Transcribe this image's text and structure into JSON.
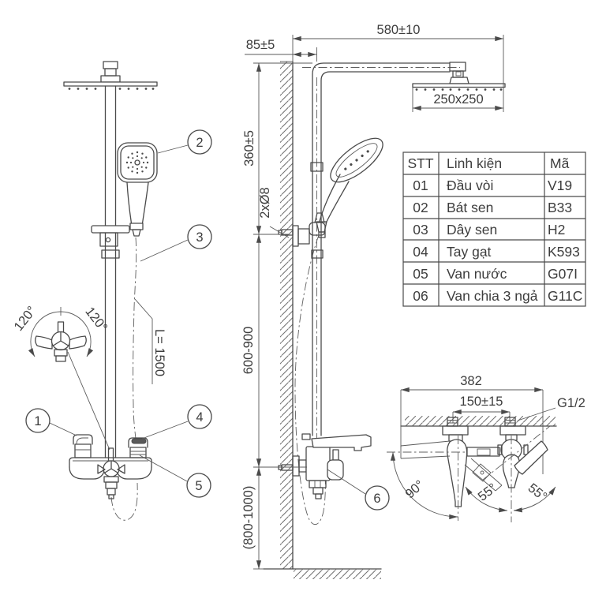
{
  "front_view": {
    "callouts": [
      "1",
      "2",
      "3",
      "4",
      "5"
    ],
    "angle_left": "120°",
    "angle_right": "120°",
    "hose_length": "L= 1500"
  },
  "side_view": {
    "callout": "6",
    "dims": {
      "top_width": "580±10",
      "wall_offset": "85±5",
      "head_size": "250x250",
      "upper_height": "360±5",
      "holes": "2xØ8",
      "bar_height": "600-900",
      "mount_height": "(800-1000)"
    }
  },
  "detail_view": {
    "dims": {
      "overall_width": "382",
      "inlet_spacing": "150±15",
      "thread": "G1/2",
      "angle_spout": "90°",
      "angle_left": "55°",
      "angle_right": "55°"
    }
  },
  "parts_table": {
    "headers": [
      "STT",
      "Linh kiện",
      "Mã"
    ],
    "rows": [
      [
        "01",
        "Đầu vòi",
        "V19"
      ],
      [
        "02",
        "Bát sen",
        "B33"
      ],
      [
        "03",
        "Dây sen",
        "H2"
      ],
      [
        "04",
        "Tay gạt",
        "K593"
      ],
      [
        "05",
        "Van nước",
        "G07I"
      ],
      [
        "06",
        "Van chia 3 ngả",
        "G11C"
      ]
    ]
  }
}
